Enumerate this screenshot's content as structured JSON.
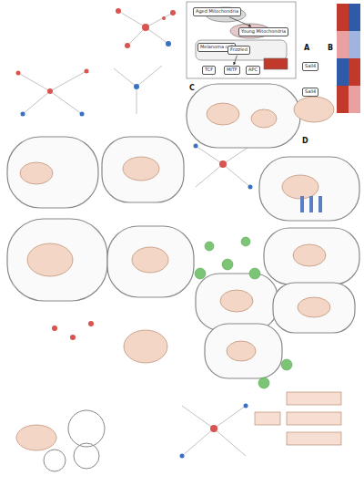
{
  "diagram": {
    "nodes": [
      {
        "text": [
          "Aged Mitochondria"
        ]
      },
      {
        "text": [
          "Young Mitochondria"
        ]
      },
      {
        "text": [
          "Melanoma cell"
        ]
      },
      {
        "text": [
          "Frizzled"
        ]
      },
      {
        "text": [
          "TCF"
        ]
      },
      {
        "text": [
          "MITF"
        ]
      },
      {
        "text": [
          "APC"
        ]
      },
      {
        "text": [
          "Sall4"
        ]
      },
      {
        "text": [
          "Sall4"
        ]
      }
    ],
    "edges": [
      {
        "from": 0,
        "to": 1,
        "arrow": "to"
      },
      {
        "from": 3,
        "to": 5,
        "arrow": "to"
      }
    ],
    "labels": [
      "A",
      "B",
      "C",
      "D"
    ]
  }
}
